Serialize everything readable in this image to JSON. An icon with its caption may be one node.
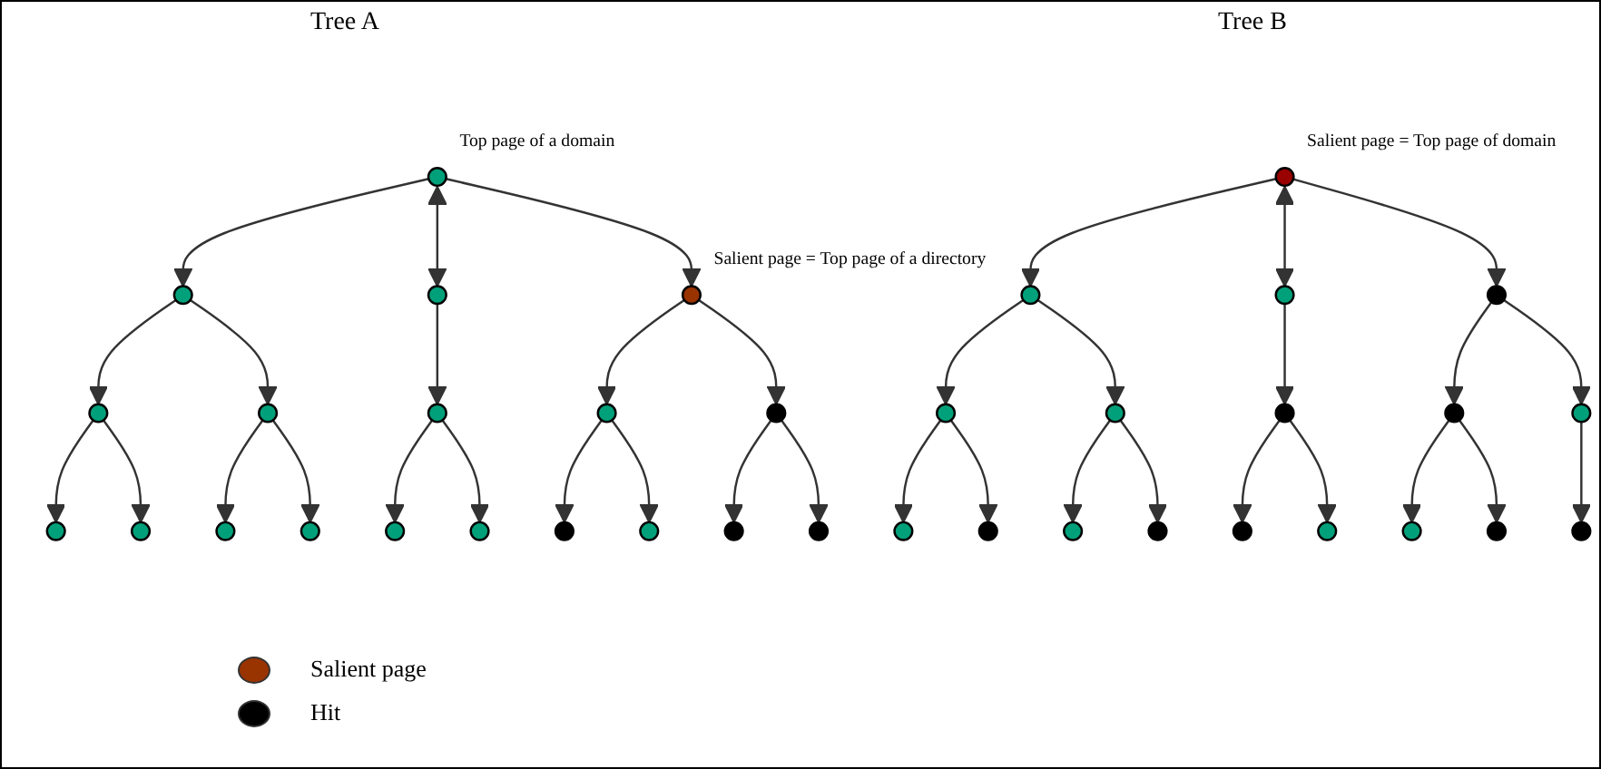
{
  "diagram": {
    "nodes": [
      {
        "text": [],
        "shape": "circle",
        "beside": [
          "Top page of a domain"
        ]
      },
      {
        "text": [],
        "shape": "circle"
      },
      {
        "text": [],
        "shape": "circle"
      },
      {
        "text": [],
        "shape": "circle",
        "beside": [
          "Salient page = Top page of a directory"
        ]
      },
      {
        "text": [],
        "shape": "circle"
      },
      {
        "text": [],
        "shape": "circle"
      },
      {
        "text": [],
        "shape": "circle"
      },
      {
        "text": [],
        "shape": "circle"
      },
      {
        "text": [],
        "shape": "circle"
      },
      {
        "text": [],
        "shape": "circle"
      },
      {
        "text": [],
        "shape": "circle"
      },
      {
        "text": [],
        "shape": "circle"
      },
      {
        "text": [],
        "shape": "circle"
      },
      {
        "text": [],
        "shape": "circle"
      },
      {
        "text": [],
        "shape": "circle"
      },
      {
        "text": [],
        "shape": "circle"
      },
      {
        "text": [],
        "shape": "circle"
      },
      {
        "text": [],
        "shape": "circle"
      },
      {
        "text": [],
        "shape": "circle"
      },
      {
        "text": [],
        "shape": "circle",
        "beside": [
          "Salient page  = Top page of domain"
        ]
      },
      {
        "text": [],
        "shape": "circle"
      },
      {
        "text": [],
        "shape": "circle"
      },
      {
        "text": [],
        "shape": "circle"
      },
      {
        "text": [],
        "shape": "circle"
      },
      {
        "text": [],
        "shape": "circle"
      },
      {
        "text": [],
        "shape": "circle"
      },
      {
        "text": [],
        "shape": "circle"
      },
      {
        "text": [],
        "shape": "circle"
      },
      {
        "text": [],
        "shape": "circle"
      },
      {
        "text": [],
        "shape": "circle"
      },
      {
        "text": [],
        "shape": "circle"
      },
      {
        "text": [],
        "shape": "circle"
      },
      {
        "text": [],
        "shape": "circle"
      },
      {
        "text": [],
        "shape": "circle"
      },
      {
        "text": [],
        "shape": "circle"
      },
      {
        "text": [],
        "shape": "circle"
      },
      {
        "text": [],
        "shape": "circle"
      }
    ],
    "edges": [
      {
        "from": 0,
        "to": 1,
        "arrow": "to"
      },
      {
        "from": 0,
        "to": 2,
        "arrow": "both"
      },
      {
        "from": 0,
        "to": 3,
        "arrow": "to"
      },
      {
        "from": 1,
        "to": 4,
        "arrow": "to"
      },
      {
        "from": 1,
        "to": 5,
        "arrow": "to"
      },
      {
        "from": 2,
        "to": 6,
        "arrow": "to"
      },
      {
        "from": 3,
        "to": 7,
        "arrow": "to"
      },
      {
        "from": 3,
        "to": 8,
        "arrow": "to"
      },
      {
        "from": 4,
        "to": 9,
        "arrow": "to"
      },
      {
        "from": 4,
        "to": 10,
        "arrow": "to"
      },
      {
        "from": 5,
        "to": 11,
        "arrow": "to"
      },
      {
        "from": 5,
        "to": 12,
        "arrow": "to"
      },
      {
        "from": 6,
        "to": 13,
        "arrow": "to"
      },
      {
        "from": 6,
        "to": 14,
        "arrow": "to"
      },
      {
        "from": 7,
        "to": 15,
        "arrow": "to"
      },
      {
        "from": 7,
        "to": 16,
        "arrow": "to"
      },
      {
        "from": 8,
        "to": 17,
        "arrow": "to"
      },
      {
        "from": 8,
        "to": 18,
        "arrow": "to"
      },
      {
        "from": 19,
        "to": 20,
        "arrow": "to"
      },
      {
        "from": 19,
        "to": 21,
        "arrow": "both"
      },
      {
        "from": 19,
        "to": 22,
        "arrow": "to"
      },
      {
        "from": 20,
        "to": 23,
        "arrow": "to"
      },
      {
        "from": 20,
        "to": 24,
        "arrow": "to"
      },
      {
        "from": 21,
        "to": 25,
        "arrow": "to"
      },
      {
        "from": 22,
        "to": 26,
        "arrow": "to"
      },
      {
        "from": 22,
        "to": 27,
        "arrow": "to"
      },
      {
        "from": 23,
        "to": 28,
        "arrow": "to"
      },
      {
        "from": 23,
        "to": 29,
        "arrow": "to"
      },
      {
        "from": 24,
        "to": 30,
        "arrow": "to"
      },
      {
        "from": 24,
        "to": 31,
        "arrow": "to"
      },
      {
        "from": 25,
        "to": 32,
        "arrow": "to"
      },
      {
        "from": 25,
        "to": 33,
        "arrow": "to"
      },
      {
        "from": 26,
        "to": 34,
        "arrow": "to"
      },
      {
        "from": 26,
        "to": 35,
        "arrow": "to"
      },
      {
        "from": 27,
        "to": 36,
        "arrow": "to"
      }
    ],
    "labels": [
      "Tree A",
      "Tree B"
    ],
    "legend": [
      {
        "text": "Salient page",
        "color": "#993300"
      },
      {
        "text": "Hit",
        "color": "#000000"
      }
    ]
  }
}
